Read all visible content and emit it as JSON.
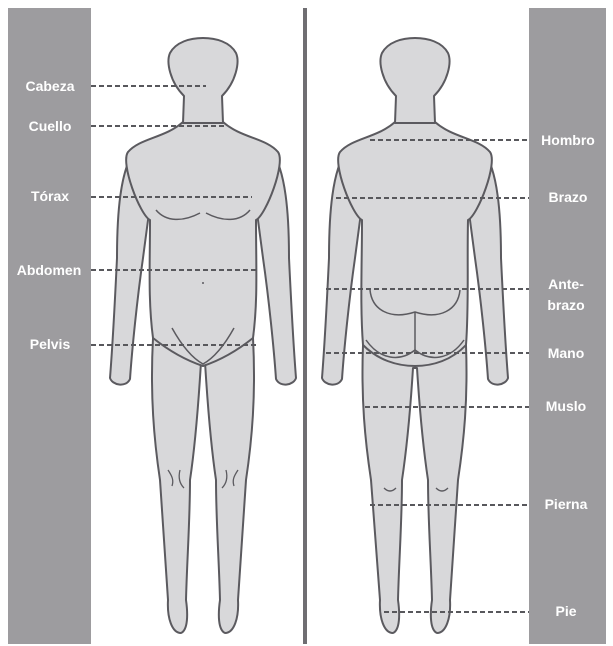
{
  "colors": {
    "label_column": "#9d9c9f",
    "divider": "#6f6e72",
    "body_fill": "#d8d8da",
    "body_stroke": "#5b5a5f",
    "leader_line": "#58585c",
    "label_text": "#ffffff"
  },
  "front_labels": {
    "cabeza": "Cabeza",
    "cuello": "Cuello",
    "torax": "Tórax",
    "abdomen": "Abdomen",
    "pelvis": "Pelvis"
  },
  "back_labels": {
    "hombro": "Hombro",
    "brazo": "Brazo",
    "antebrazo_1": "Ante-",
    "antebrazo_2": "brazo",
    "mano": "Mano",
    "muslo": "Muslo",
    "pierna": "Pierna",
    "pie": "Pie"
  }
}
